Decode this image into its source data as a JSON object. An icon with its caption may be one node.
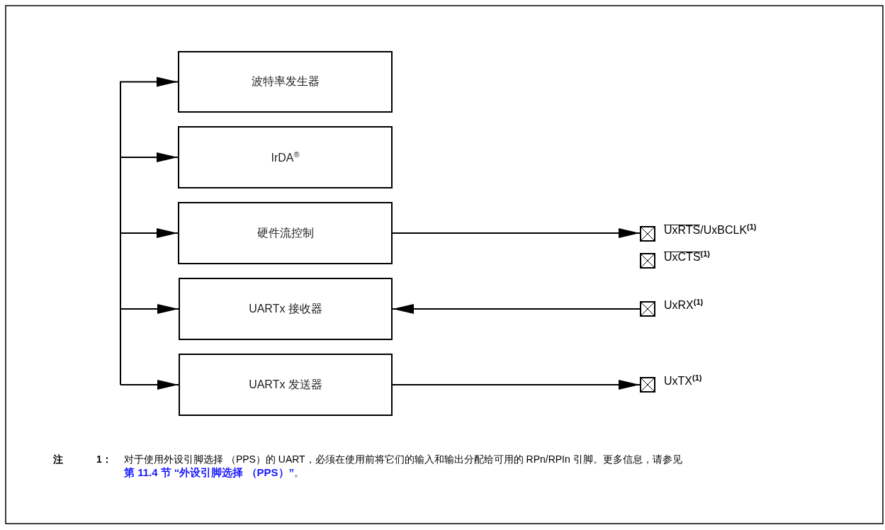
{
  "diagram": {
    "nodes": [
      {
        "text": [
          "波特率发生器"
        ]
      },
      {
        "text": [
          "IrDA$^{®}$"
        ]
      },
      {
        "text": [
          "硬件流控制"
        ]
      },
      {
        "text": [
          "UARTx 接收器"
        ]
      },
      {
        "text": [
          "UARTx 发送器"
        ]
      },
      {
        "text": [],
        "shape": "box",
        "beside": [
          "UxRTS/UxBCLK$^{(1)}$"
        ]
      },
      {
        "text": [],
        "shape": "box",
        "beside": [
          "UxCTS$^{(1)}$"
        ]
      },
      {
        "text": [],
        "shape": "box",
        "beside": [
          "UxRX$^{(1)}$"
        ]
      },
      {
        "text": [],
        "shape": "box",
        "beside": [
          "UxTX$^{(1)}$"
        ]
      }
    ],
    "edges": [
      {
        "from": null,
        "to": 0,
        "arrow": "to"
      },
      {
        "from": null,
        "to": 1,
        "arrow": "to"
      },
      {
        "from": null,
        "to": 2,
        "arrow": "to"
      },
      {
        "from": null,
        "to": 3,
        "arrow": "to"
      },
      {
        "from": null,
        "to": 4,
        "arrow": "to"
      },
      {
        "from": 2,
        "to": 5,
        "arrow": "to"
      },
      {
        "from": 7,
        "to": 3,
        "arrow": "to"
      },
      {
        "from": 4,
        "to": 8,
        "arrow": "to"
      }
    ],
    "labels": [
      "注",
      "1：",
      "对于使用外设引脚选择 （PPS）的 UART，必须在使用前将它们的输入和输出分配给可用的 RPn/RPIn 引脚。更多信息，请参见**第 11.4 节 “外设引脚选择 （PPS）”**。"
    ]
  }
}
